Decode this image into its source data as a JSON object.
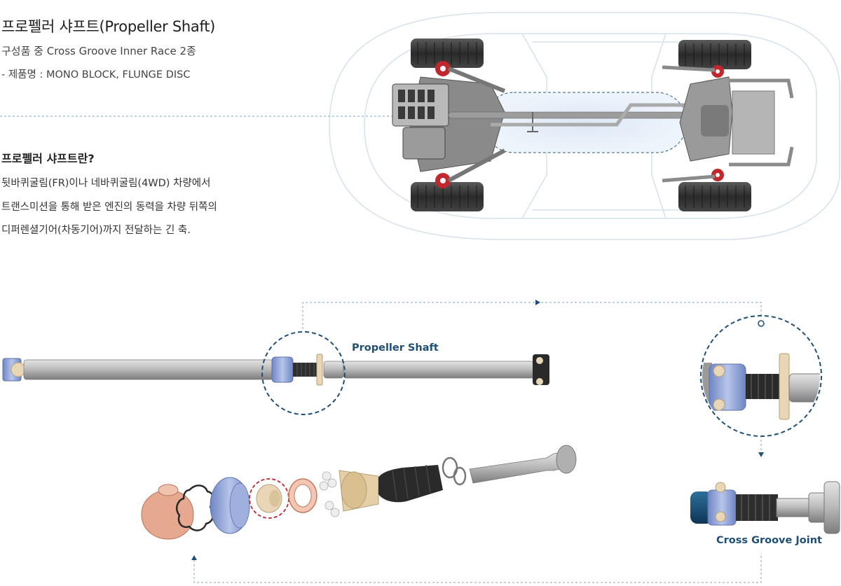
{
  "header": {
    "title": "프로펠러 샤프트(Propeller Shaft)",
    "subtitle": "구성품 중 Cross Groove Inner Race 2종",
    "product_line": "- 제품명 : MONO BLOCK, FLUNGE DISC"
  },
  "definition": {
    "title": "프로펠러 샤프트란?",
    "lines": [
      "뒷바퀴굴림(FR)이나 네바퀴굴림(4WD) 차량에서",
      "트랜스미션을 통해 받은 엔진의 동력을 차량 뒤쪽의",
      "디퍼렌셜기어(차동기어)까지 전달하는 긴 축."
    ]
  },
  "labels": {
    "propeller_shaft": "Propeller Shaft",
    "cross_groove_joint": "Cross Groove Joint"
  },
  "colors": {
    "accent_blue": "#1f4f77",
    "highlight_red": "#c0282d",
    "joint_blue": "#8ea3d6",
    "shaft_gray": "#b8b8b8",
    "copper": "#e0a18a",
    "cream": "#e8d6b6"
  }
}
